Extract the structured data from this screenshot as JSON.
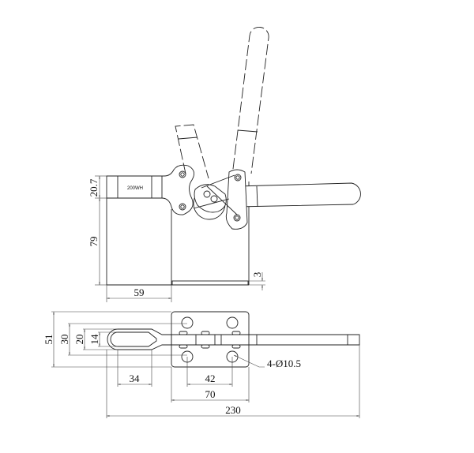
{
  "part_label": "200WH",
  "side_view": {
    "dim_height_top": "20.7",
    "dim_height_body": "79",
    "dim_width_body": "59",
    "dim_base_thickness": "3"
  },
  "top_view": {
    "dim_51": "51",
    "dim_30": "30",
    "dim_20": "20",
    "dim_14": "14",
    "dim_34": "34",
    "dim_42": "42",
    "dim_70": "70",
    "dim_230": "230",
    "holes_callout": "4-Ø10.5"
  }
}
